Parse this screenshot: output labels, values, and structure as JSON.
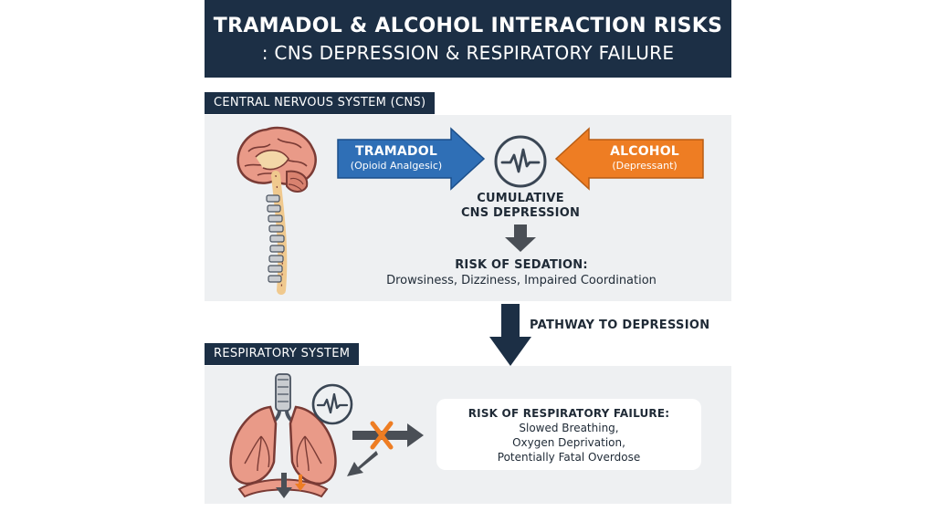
{
  "title": {
    "line1": "TRAMADOL & ALCOHOL INTERACTION RISKS",
    "line2": ": CNS DEPRESSION & RESPIRATORY FAILURE"
  },
  "cns": {
    "label": "CENTRAL NERVOUS SYSTEM (CNS)",
    "tramadol": {
      "name": "TRAMADOL",
      "desc": "(Opioid Analgesic)"
    },
    "alcohol": {
      "name": "ALCOHOL",
      "desc": "(Depressant)"
    },
    "cumulative": [
      "CUMULATIVE",
      "CNS DEPRESSION"
    ],
    "risk_title": "RISK OF SEDATION:",
    "risk_desc": "Drowsiness, Dizziness, Impaired Coordination"
  },
  "pathway": "PATHWAY TO DEPRESSION",
  "respiratory": {
    "label": "RESPIRATORY SYSTEM",
    "risk_title": "RISK OF RESPIRATORY FAILURE:",
    "risk_lines": [
      "Slowed Breathing,",
      "Oxygen Deprivation,",
      "Potentially Fatal Overdose"
    ]
  },
  "colors": {
    "navy": "#1c2f45",
    "tramadol_blue": "#2f6fb6",
    "alcohol_orange": "#ee7d23",
    "panel_gray": "#eef0f2"
  },
  "icons": [
    "brain-spine-icon",
    "heartbeat-monitor-icon",
    "lungs-icon",
    "blocked-airflow-icon"
  ]
}
